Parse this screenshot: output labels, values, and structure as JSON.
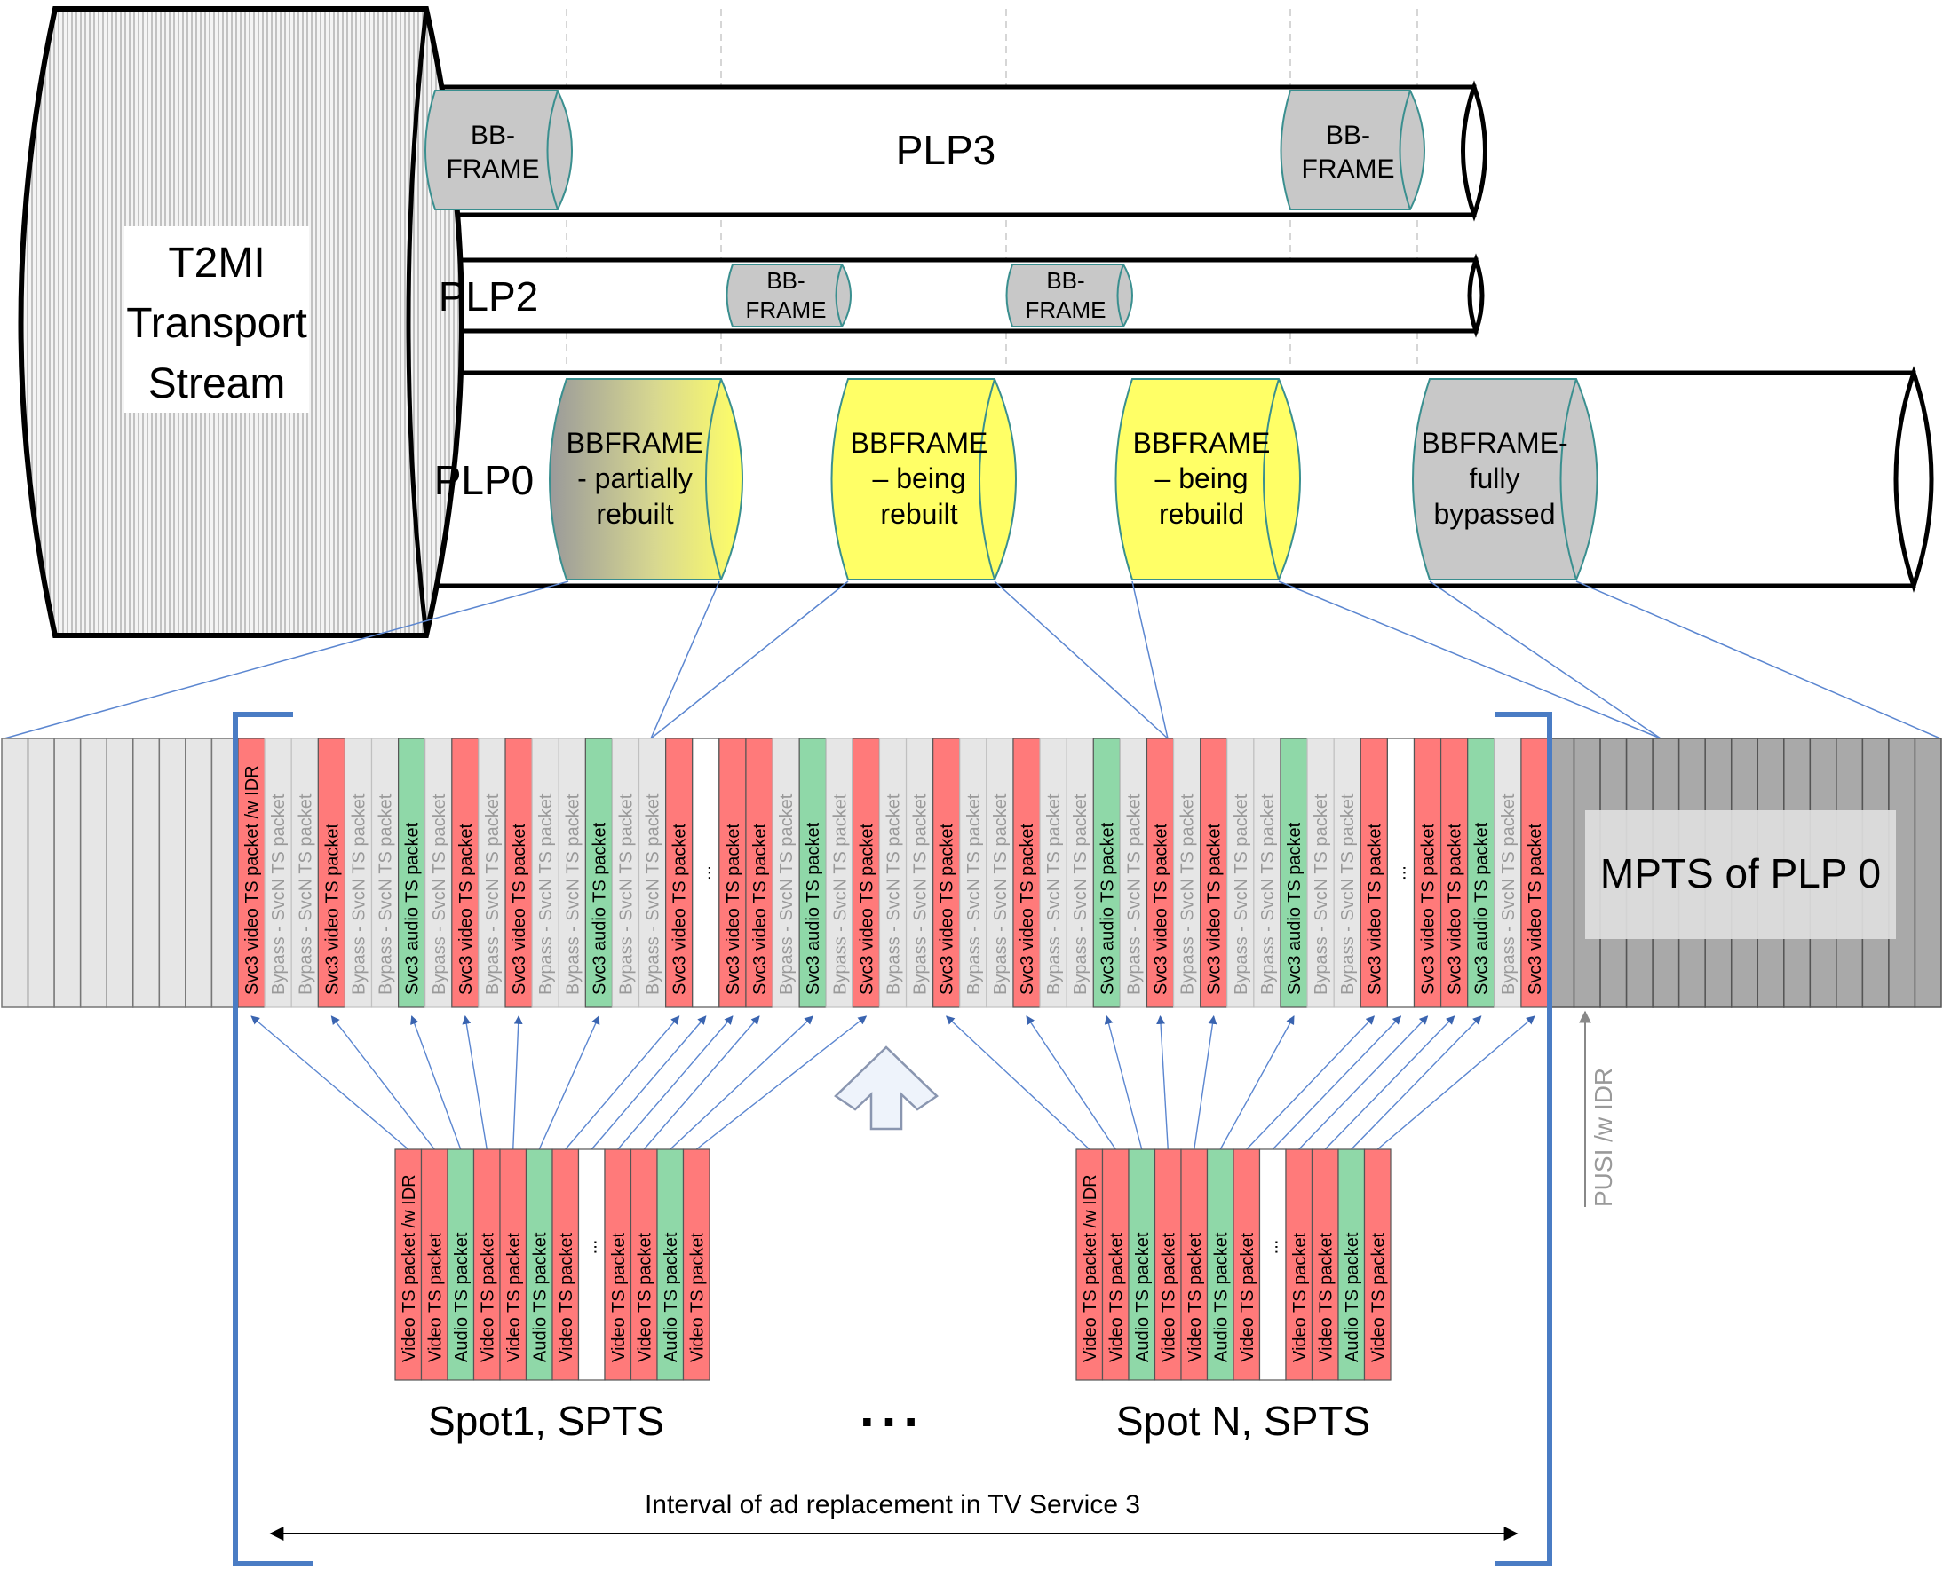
{
  "transport_stream": {
    "lines": [
      "T2MI",
      "Transport",
      "Stream"
    ]
  },
  "plps": {
    "plp3": "PLP3",
    "plp2": "PLP2",
    "plp0": "PLP0"
  },
  "bbframes": {
    "plp3_left": [
      "BB-",
      "FRAME"
    ],
    "plp3_right": [
      "BB-",
      "FRAME"
    ],
    "plp2_a": [
      "BB-",
      "FRAME"
    ],
    "plp2_b": [
      "BB-",
      "FRAME"
    ],
    "plp0_1": [
      "BBFRAME",
      "- partially",
      "rebuilt"
    ],
    "plp0_2": [
      "BBFRAME",
      "– being",
      "rebuilt"
    ],
    "plp0_3": [
      "BBFRAME",
      "– being",
      "rebuild"
    ],
    "plp0_4": [
      "BBFRAME-",
      "fully",
      "bypassed"
    ]
  },
  "mpts_label": "MPTS of PLP 0",
  "pusi_label": "PUSI /w IDR",
  "packet_strip": [
    {
      "label": "Svc3 video TS packet /w IDR",
      "kind": "video"
    },
    {
      "label": "Bypass - SvcN TS packet",
      "kind": "bypass"
    },
    {
      "label": "Bypass - SvcN TS packet",
      "kind": "bypass"
    },
    {
      "label": "Svc3 video TS packet",
      "kind": "video"
    },
    {
      "label": "Bypass - SvcN TS packet",
      "kind": "bypass"
    },
    {
      "label": "Bypass - SvcN TS packet",
      "kind": "bypass"
    },
    {
      "label": "Svc3 audio TS packet",
      "kind": "audio"
    },
    {
      "label": "Bypass - SvcN TS packet",
      "kind": "bypass"
    },
    {
      "label": "Svc3 video TS packet",
      "kind": "video"
    },
    {
      "label": "Bypass - SvcN TS packet",
      "kind": "bypass"
    },
    {
      "label": "Svc3 video TS packet",
      "kind": "video"
    },
    {
      "label": "Bypass - SvcN TS packet",
      "kind": "bypass"
    },
    {
      "label": "Bypass - SvcN TS packet",
      "kind": "bypass"
    },
    {
      "label": "Svc3 audio TS packet",
      "kind": "audio"
    },
    {
      "label": "Bypass - SvcN TS packet",
      "kind": "bypass"
    },
    {
      "label": "Bypass - SvcN TS packet",
      "kind": "bypass"
    },
    {
      "label": "Svc3 video TS packet",
      "kind": "video"
    },
    {
      "label": "...",
      "kind": "gap"
    },
    {
      "label": "Svc3 video TS packet",
      "kind": "video"
    },
    {
      "label": "Svc3 video TS packet",
      "kind": "video"
    },
    {
      "label": "Bypass - SvcN TS packet",
      "kind": "bypass"
    },
    {
      "label": "Svc3 audio TS packet",
      "kind": "audio"
    },
    {
      "label": "Bypass - SvcN TS packet",
      "kind": "bypass"
    },
    {
      "label": "Svc3 video TS packet",
      "kind": "video"
    },
    {
      "label": "Bypass - SvcN TS packet",
      "kind": "bypass"
    },
    {
      "label": "Bypass - SvcN TS packet",
      "kind": "bypass"
    },
    {
      "label": "Svc3 video TS packet",
      "kind": "video"
    },
    {
      "label": "Bypass - SvcN TS packet",
      "kind": "bypass"
    },
    {
      "label": "Bypass - SvcN TS packet",
      "kind": "bypass"
    },
    {
      "label": "Svc3 video TS packet",
      "kind": "video"
    },
    {
      "label": "Bypass - SvcN TS packet",
      "kind": "bypass"
    },
    {
      "label": "Bypass - SvcN TS packet",
      "kind": "bypass"
    },
    {
      "label": "Svc3 audio TS packet",
      "kind": "audio"
    },
    {
      "label": "Bypass - SvcN TS packet",
      "kind": "bypass"
    },
    {
      "label": "Svc3 video TS packet",
      "kind": "video"
    },
    {
      "label": "Bypass - SvcN TS packet",
      "kind": "bypass"
    },
    {
      "label": "Svc3 video TS packet",
      "kind": "video"
    },
    {
      "label": "Bypass - SvcN TS packet",
      "kind": "bypass"
    },
    {
      "label": "Bypass - SvcN TS packet",
      "kind": "bypass"
    },
    {
      "label": "Svc3 audio TS packet",
      "kind": "audio"
    },
    {
      "label": "Bypass - SvcN TS packet",
      "kind": "bypass"
    },
    {
      "label": "Bypass - SvcN TS packet",
      "kind": "bypass"
    },
    {
      "label": "Svc3 video TS packet",
      "kind": "video"
    },
    {
      "label": "...",
      "kind": "gap"
    },
    {
      "label": "Svc3 video TS packet",
      "kind": "video"
    },
    {
      "label": "Svc3 video TS packet",
      "kind": "video"
    },
    {
      "label": "Svc3 audio TS packet",
      "kind": "audio"
    },
    {
      "label": "Bypass - SvcN TS packet",
      "kind": "bypass"
    },
    {
      "label": "Svc3 video TS packet",
      "kind": "video"
    }
  ],
  "spots": [
    {
      "label": "Spot1, SPTS",
      "packets": [
        {
          "label": "Video TS packet /w IDR",
          "kind": "video"
        },
        {
          "label": "Video TS packet",
          "kind": "video"
        },
        {
          "label": "Audio TS packet",
          "kind": "audio"
        },
        {
          "label": "Video TS packet",
          "kind": "video"
        },
        {
          "label": "Video TS packet",
          "kind": "video"
        },
        {
          "label": "Audio TS packet",
          "kind": "audio"
        },
        {
          "label": "Video TS packet",
          "kind": "video"
        },
        {
          "label": "...",
          "kind": "gap"
        },
        {
          "label": "Video TS packet",
          "kind": "video"
        },
        {
          "label": "Video TS packet",
          "kind": "video"
        },
        {
          "label": "Audio TS packet",
          "kind": "audio"
        },
        {
          "label": "Video TS packet",
          "kind": "video"
        }
      ]
    },
    {
      "label": "Spot N, SPTS",
      "packets": [
        {
          "label": "Video TS packet /w IDR",
          "kind": "video"
        },
        {
          "label": "Video TS packet",
          "kind": "video"
        },
        {
          "label": "Audio TS packet",
          "kind": "audio"
        },
        {
          "label": "Video TS packet",
          "kind": "video"
        },
        {
          "label": "Video TS packet",
          "kind": "video"
        },
        {
          "label": "Audio TS packet",
          "kind": "audio"
        },
        {
          "label": "Video TS packet",
          "kind": "video"
        },
        {
          "label": "...",
          "kind": "gap"
        },
        {
          "label": "Video TS packet",
          "kind": "video"
        },
        {
          "label": "Video TS packet",
          "kind": "video"
        },
        {
          "label": "Audio TS packet",
          "kind": "audio"
        },
        {
          "label": "Video TS packet",
          "kind": "video"
        }
      ]
    }
  ],
  "ellipsis": "...",
  "interval_label": "Interval of ad replacement in TV Service 3",
  "colors": {
    "video": "#ff7a7a",
    "audio": "#8fd8a8",
    "bypass": "#e6e6e6",
    "gap": "#ffffff",
    "bbframe_gray": "#c8c8c8",
    "bbframe_yellow": "#ffff66",
    "bracket": "#4a7cc4",
    "connector": "#5b86d0"
  }
}
